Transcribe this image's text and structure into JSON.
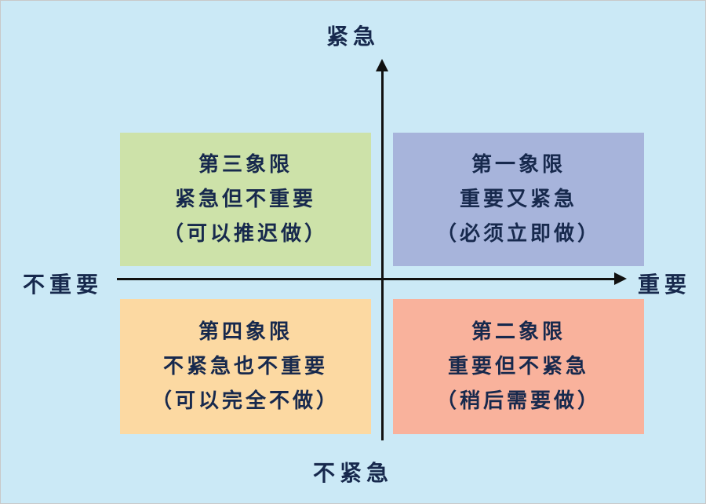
{
  "palette": {
    "background": "#cbe9f6",
    "text": "#17294d",
    "axis": "#111111",
    "quadrant_green": "#cde2a9",
    "quadrant_blue": "#a7b4db",
    "quadrant_orange": "#fcd9a2",
    "quadrant_salmon": "#f9b29c"
  },
  "axes": {
    "top_label": "紧急",
    "bottom_label": "不紧急",
    "left_label": "不重要",
    "right_label": "重要"
  },
  "quadrants": [
    {
      "position": "top-left",
      "title": "第三象限",
      "line2": "紧急但不重要",
      "line3": "（可以推迟做）",
      "color": "#cde2a9"
    },
    {
      "position": "top-right",
      "title": "第一象限",
      "line2": "重要又紧急",
      "line3": "（必须立即做）",
      "color": "#a7b4db"
    },
    {
      "position": "bottom-left",
      "title": "第四象限",
      "line2": "不紧急也不重要",
      "line3": "（可以完全不做）",
      "color": "#fcd9a2"
    },
    {
      "position": "bottom-right",
      "title": "第二象限",
      "line2": "重要但不紧急",
      "line3": "（稍后需要做）",
      "color": "#f9b29c"
    }
  ]
}
